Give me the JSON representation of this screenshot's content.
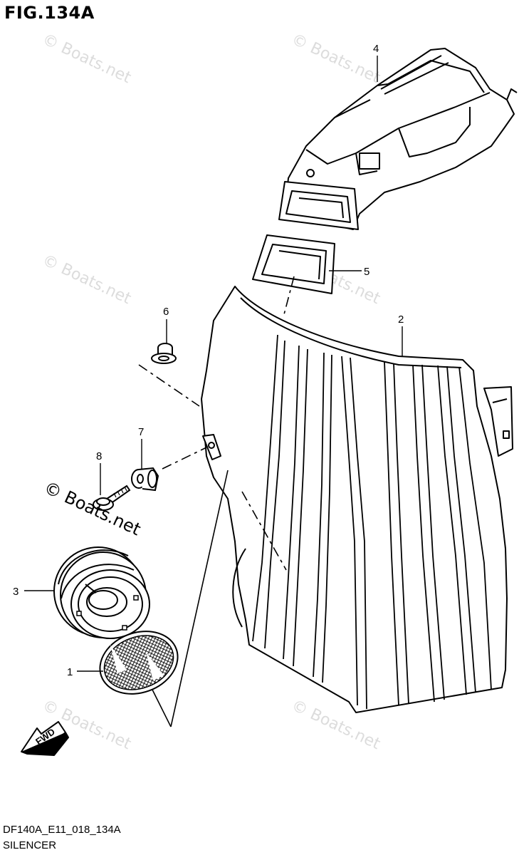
{
  "figure": {
    "title": "FIG.134A",
    "diagram_code": "DF140A_E11_018_134A",
    "assembly_name": "SILENCER"
  },
  "callouts": [
    {
      "label": "1"
    },
    {
      "label": "2"
    },
    {
      "label": "3"
    },
    {
      "label": "4"
    },
    {
      "label": "5"
    },
    {
      "label": "6"
    },
    {
      "label": "7"
    },
    {
      "label": "8"
    }
  ],
  "direction_arrow": {
    "label": "FWD"
  },
  "watermark": {
    "text": "© Boats.net"
  }
}
